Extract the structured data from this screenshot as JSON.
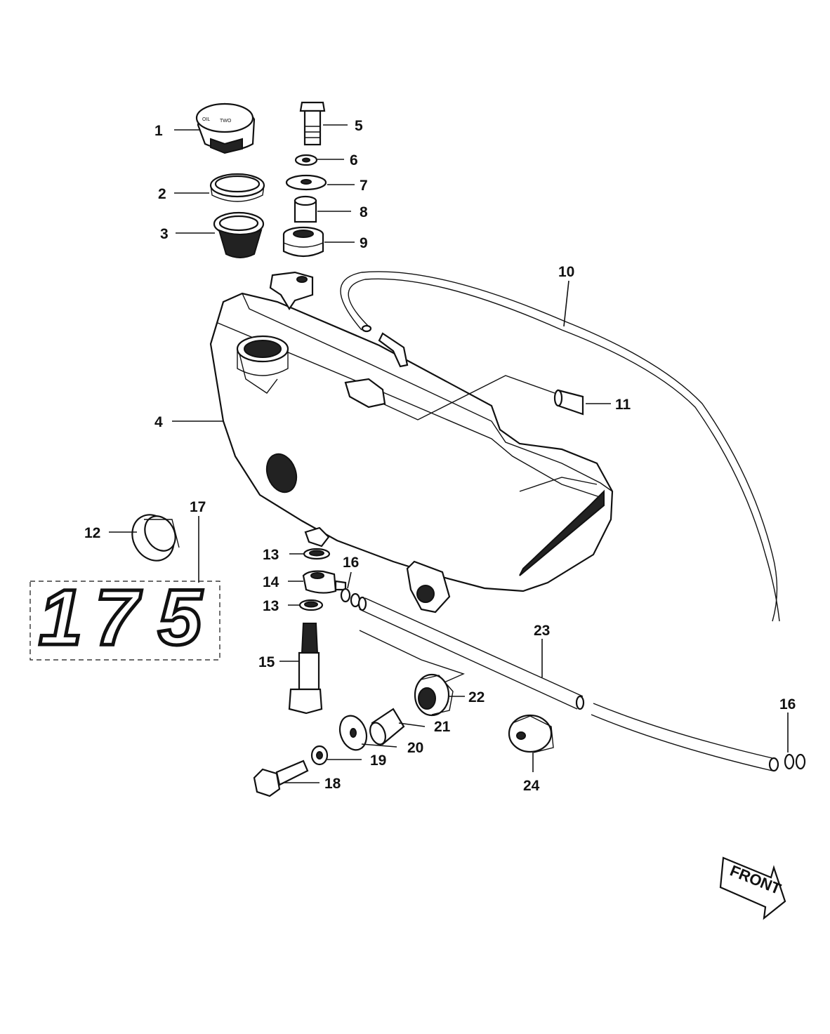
{
  "callouts": {
    "c1": "1",
    "c2": "2",
    "c3": "3",
    "c4": "4",
    "c5": "5",
    "c6": "6",
    "c7": "7",
    "c8": "8",
    "c9": "9",
    "c10": "10",
    "c11": "11",
    "c12": "12",
    "c13a": "13",
    "c13b": "13",
    "c14": "14",
    "c15": "15",
    "c16a": "16",
    "c16b": "16",
    "c17": "17",
    "c18": "18",
    "c19": "19",
    "c20": "20",
    "c21": "21",
    "c22": "22",
    "c23": "23",
    "c24": "24"
  },
  "emblem": {
    "d1": "1",
    "d2": "7",
    "d3": "5"
  },
  "cap_text": {
    "left": "OIL",
    "right": "TWO"
  },
  "front_label": "FRONT",
  "colors": {
    "ink": "#111111",
    "paper": "#ffffff"
  }
}
